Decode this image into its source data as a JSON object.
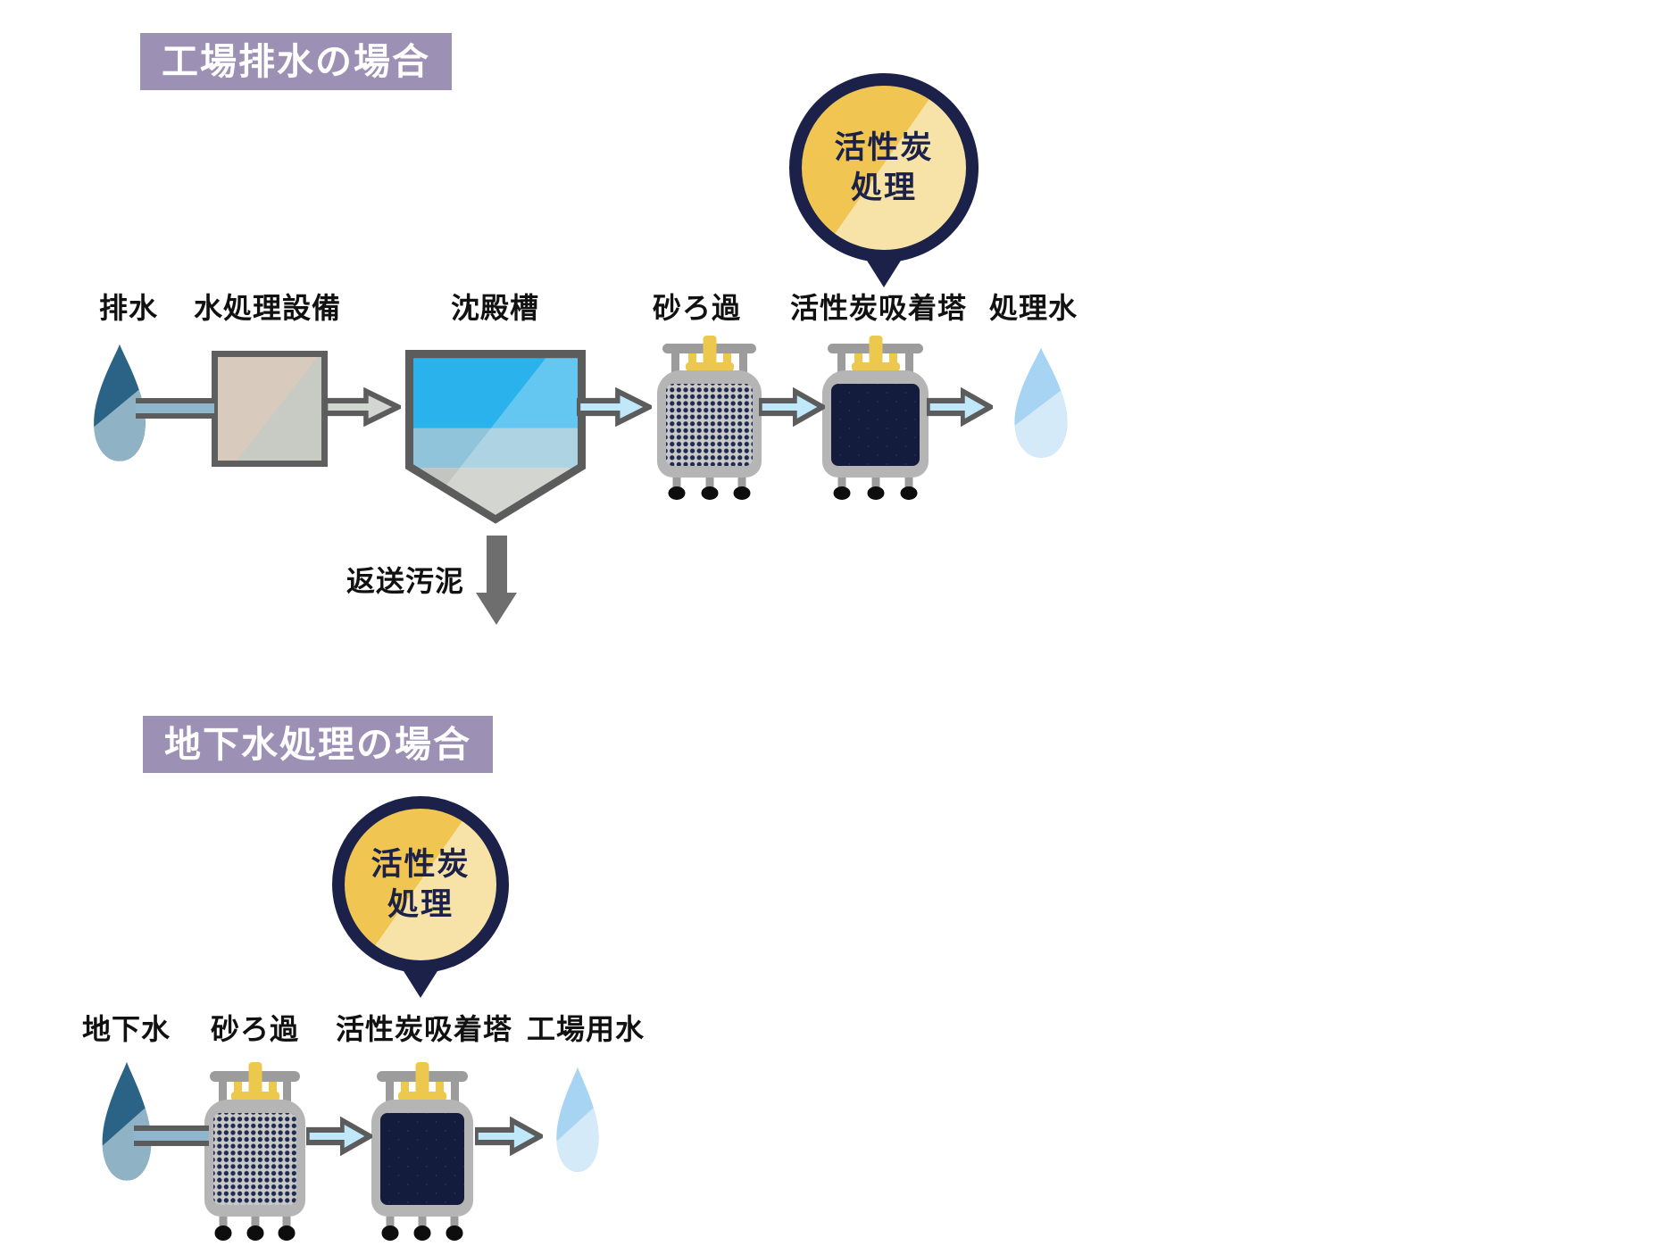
{
  "top_section": {
    "title": "工場排水の場合",
    "balloon": {
      "line1": "活性炭",
      "line2": "処理"
    },
    "labels": {
      "wastewater": "排水",
      "facility": "水処理設備",
      "sedimentation": "沈殿槽",
      "sand_filter": "砂ろ過",
      "carbon_tower": "活性炭吸着塔",
      "treated_water": "処理水",
      "return_sludge": "返送汚泥"
    }
  },
  "bottom_section": {
    "title": "地下水処理の場合",
    "balloon": {
      "line1": "活性炭",
      "line2": "処理"
    },
    "labels": {
      "groundwater": "地下水",
      "sand_filter": "砂ろ過",
      "carbon_tower": "活性炭吸着塔",
      "industrial_water": "工場用水"
    }
  },
  "colors": {
    "title_purple": "#9c90b5",
    "balloon_navy": "#1b2149",
    "balloon_gold": "#f0c552",
    "balloon_gold_light": "#f7e3a7",
    "water_cyan": "#29b2ec",
    "arrow_outline_gray": "#5c5c5c",
    "arrow_fill_cyan": "#bfe9fb",
    "droplet_dark_blue": "#2b6386",
    "droplet_light_blue": "#a7d4f2",
    "vessel_gray": "#b5b5b5",
    "valve_yellow": "#ecc84d"
  }
}
